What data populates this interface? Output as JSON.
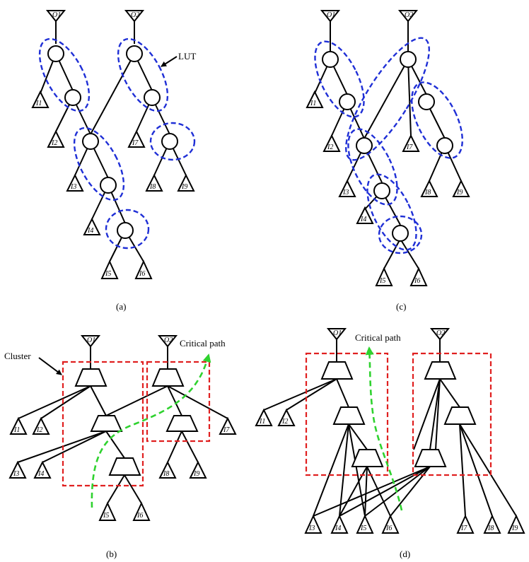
{
  "panels": {
    "a": {
      "caption": "(a)",
      "lut_label": "LUT"
    },
    "b": {
      "caption": "(b)",
      "cluster_label": "Cluster",
      "critical_path_label": "Critical path"
    },
    "c": {
      "caption": "(c)"
    },
    "d": {
      "caption": "(d)",
      "critical_path_label": "Critical path"
    }
  },
  "outputs": [
    "O1",
    "O2"
  ],
  "inputs": [
    "I1",
    "I2",
    "I3",
    "I4",
    "I5",
    "I6",
    "I7",
    "I8",
    "I9"
  ],
  "colors": {
    "lut": "#1f2fd6",
    "cluster": "#e02020",
    "critical_path": "#2fd22f"
  }
}
